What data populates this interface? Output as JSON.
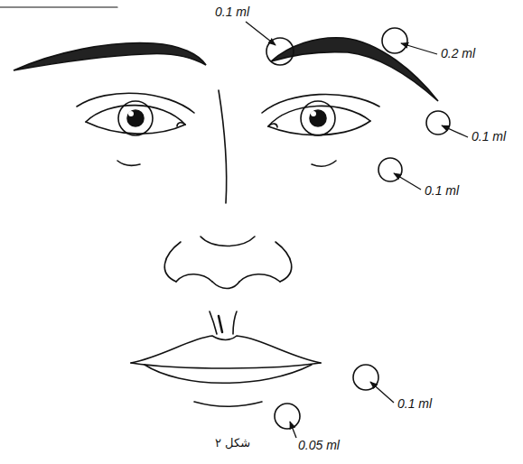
{
  "diagram": {
    "caption": "شكل ٢",
    "labels": [
      "0.1 ml",
      "0.2 ml",
      "0.1 ml",
      "0.1 ml",
      "0.1 ml",
      "0.05 ml"
    ]
  }
}
